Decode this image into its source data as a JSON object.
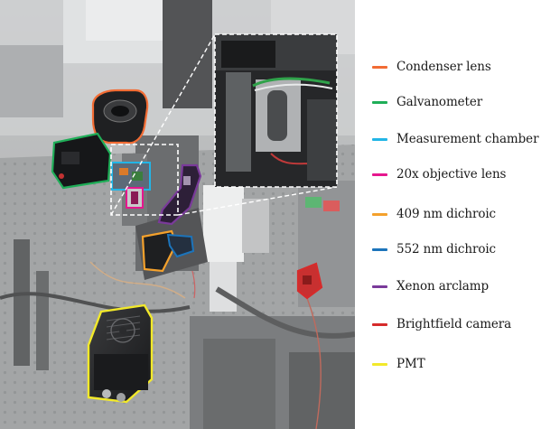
{
  "legend": {
    "items": [
      {
        "label": "Condenser lens",
        "color": "#f26c34"
      },
      {
        "label": "Galvanometer",
        "color": "#1fae58"
      },
      {
        "label": "Measurement chamber",
        "color": "#22b5e6"
      },
      {
        "label": "20x objective lens",
        "color": "#e6178e"
      },
      {
        "label": "409 nm dichroic",
        "color": "#f4a12c"
      },
      {
        "label": "552 nm dichroic",
        "color": "#1c74bb"
      },
      {
        "label": "Xenon arclamp",
        "color": "#7a3a9a"
      },
      {
        "label": "Brightfield camera",
        "color": "#d62b2b"
      },
      {
        "label": "PMT",
        "color": "#f2e92a"
      }
    ]
  }
}
